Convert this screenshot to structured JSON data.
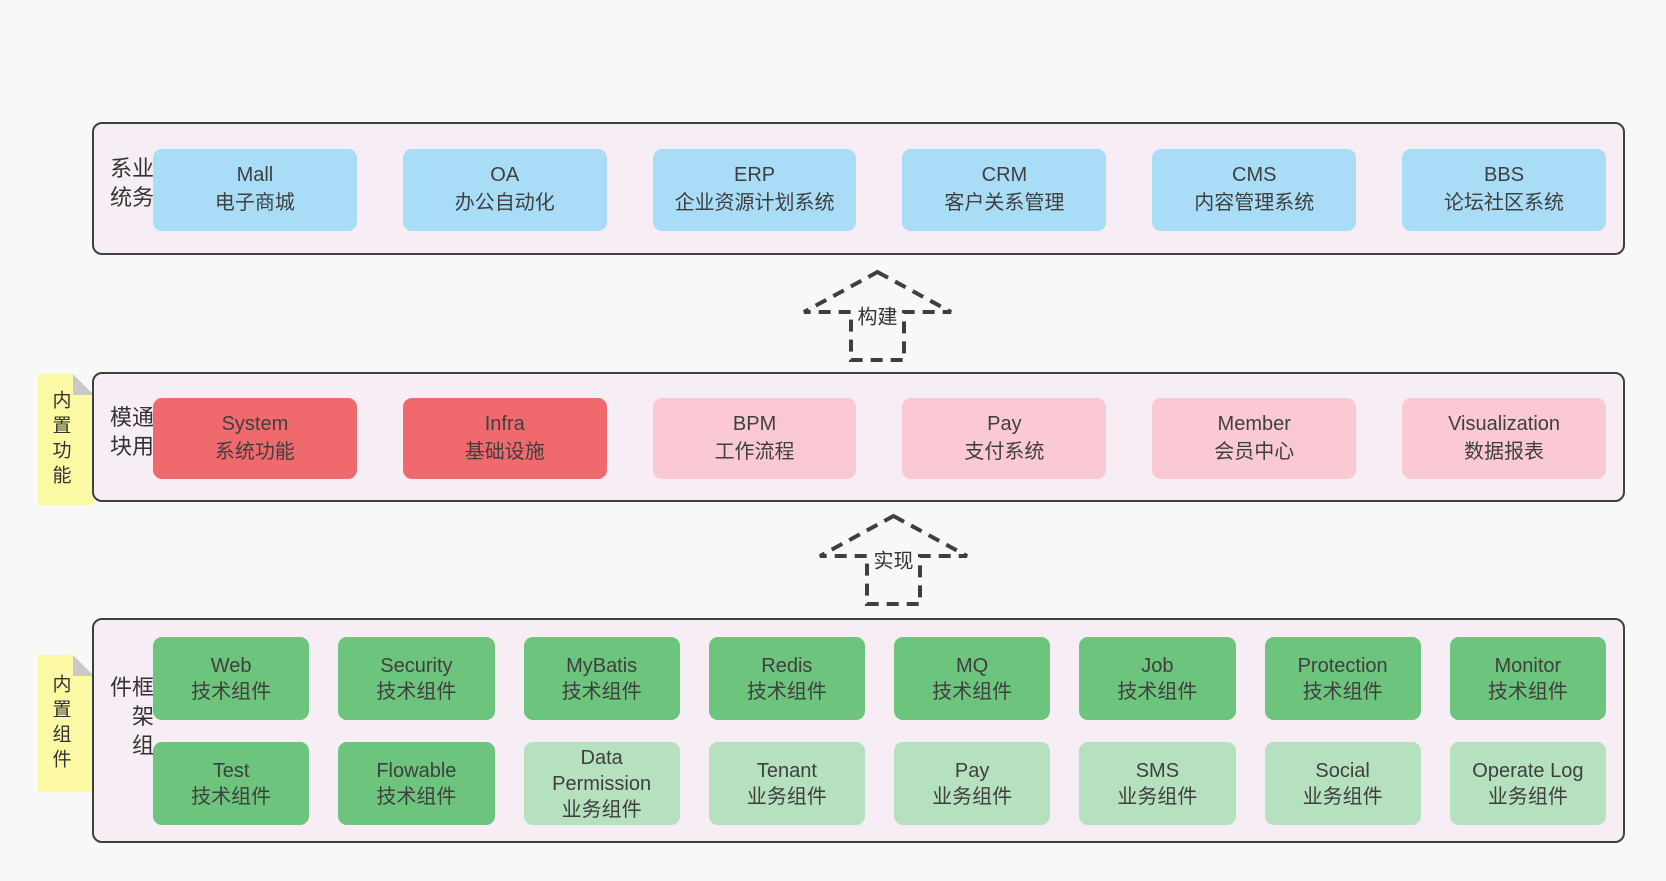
{
  "colors": {
    "page": "#f8f8f8",
    "band": "#f7edf4",
    "border": "#3f3f3f",
    "note": "#fcfaa5",
    "fold": "#c9c9c9",
    "blue": "#a9dcf6",
    "red": "#f0696d",
    "pink": "#fbc9d3",
    "green": "#6cc47d",
    "lightgreen": "#b6e1be"
  },
  "sections": {
    "business": {
      "label": "业务系统",
      "items": [
        {
          "en": "Mall",
          "zh": "电子商城",
          "variant": "blue"
        },
        {
          "en": "OA",
          "zh": "办公自动化",
          "variant": "blue"
        },
        {
          "en": "ERP",
          "zh": "企业资源计划系统",
          "variant": "blue"
        },
        {
          "en": "CRM",
          "zh": "客户关系管理",
          "variant": "blue"
        },
        {
          "en": "CMS",
          "zh": "内容管理系统",
          "variant": "blue"
        },
        {
          "en": "BBS",
          "zh": "论坛社区系统",
          "variant": "blue"
        }
      ]
    },
    "arrow_build": {
      "label": "构建"
    },
    "modules": {
      "label": "通用模块",
      "note": "内置功能",
      "items": [
        {
          "en": "System",
          "zh": "系统功能",
          "variant": "red"
        },
        {
          "en": "Infra",
          "zh": "基础设施",
          "variant": "red"
        },
        {
          "en": "BPM",
          "zh": "工作流程",
          "variant": "pink"
        },
        {
          "en": "Pay",
          "zh": "支付系统",
          "variant": "pink"
        },
        {
          "en": "Member",
          "zh": "会员中心",
          "variant": "pink"
        },
        {
          "en": "Visualization",
          "zh": "数据报表",
          "variant": "pink"
        }
      ]
    },
    "arrow_implement": {
      "label": "实现"
    },
    "framework": {
      "label": "框架组件",
      "note": "内置组件",
      "rows": [
        [
          {
            "en": "Web",
            "zh": "技术组件",
            "variant": "green"
          },
          {
            "en": "Security",
            "zh": "技术组件",
            "variant": "green"
          },
          {
            "en": "MyBatis",
            "zh": "技术组件",
            "variant": "green"
          },
          {
            "en": "Redis",
            "zh": "技术组件",
            "variant": "green"
          },
          {
            "en": "MQ",
            "zh": "技术组件",
            "variant": "green"
          },
          {
            "en": "Job",
            "zh": "技术组件",
            "variant": "green"
          },
          {
            "en": "Protection",
            "zh": "技术组件",
            "variant": "green"
          },
          {
            "en": "Monitor",
            "zh": "技术组件",
            "variant": "green"
          }
        ],
        [
          {
            "en": "Test",
            "zh": "技术组件",
            "variant": "green"
          },
          {
            "en": "Flowable",
            "zh": "技术组件",
            "variant": "green"
          },
          {
            "en": "Data Permission",
            "zh": "业务组件",
            "variant": "lightgreen"
          },
          {
            "en": "Tenant",
            "zh": "业务组件",
            "variant": "lightgreen"
          },
          {
            "en": "Pay",
            "zh": "业务组件",
            "variant": "lightgreen"
          },
          {
            "en": "SMS",
            "zh": "业务组件",
            "variant": "lightgreen"
          },
          {
            "en": "Social",
            "zh": "业务组件",
            "variant": "lightgreen"
          },
          {
            "en": "Operate Log",
            "zh": "业务组件",
            "variant": "lightgreen"
          }
        ]
      ]
    }
  }
}
